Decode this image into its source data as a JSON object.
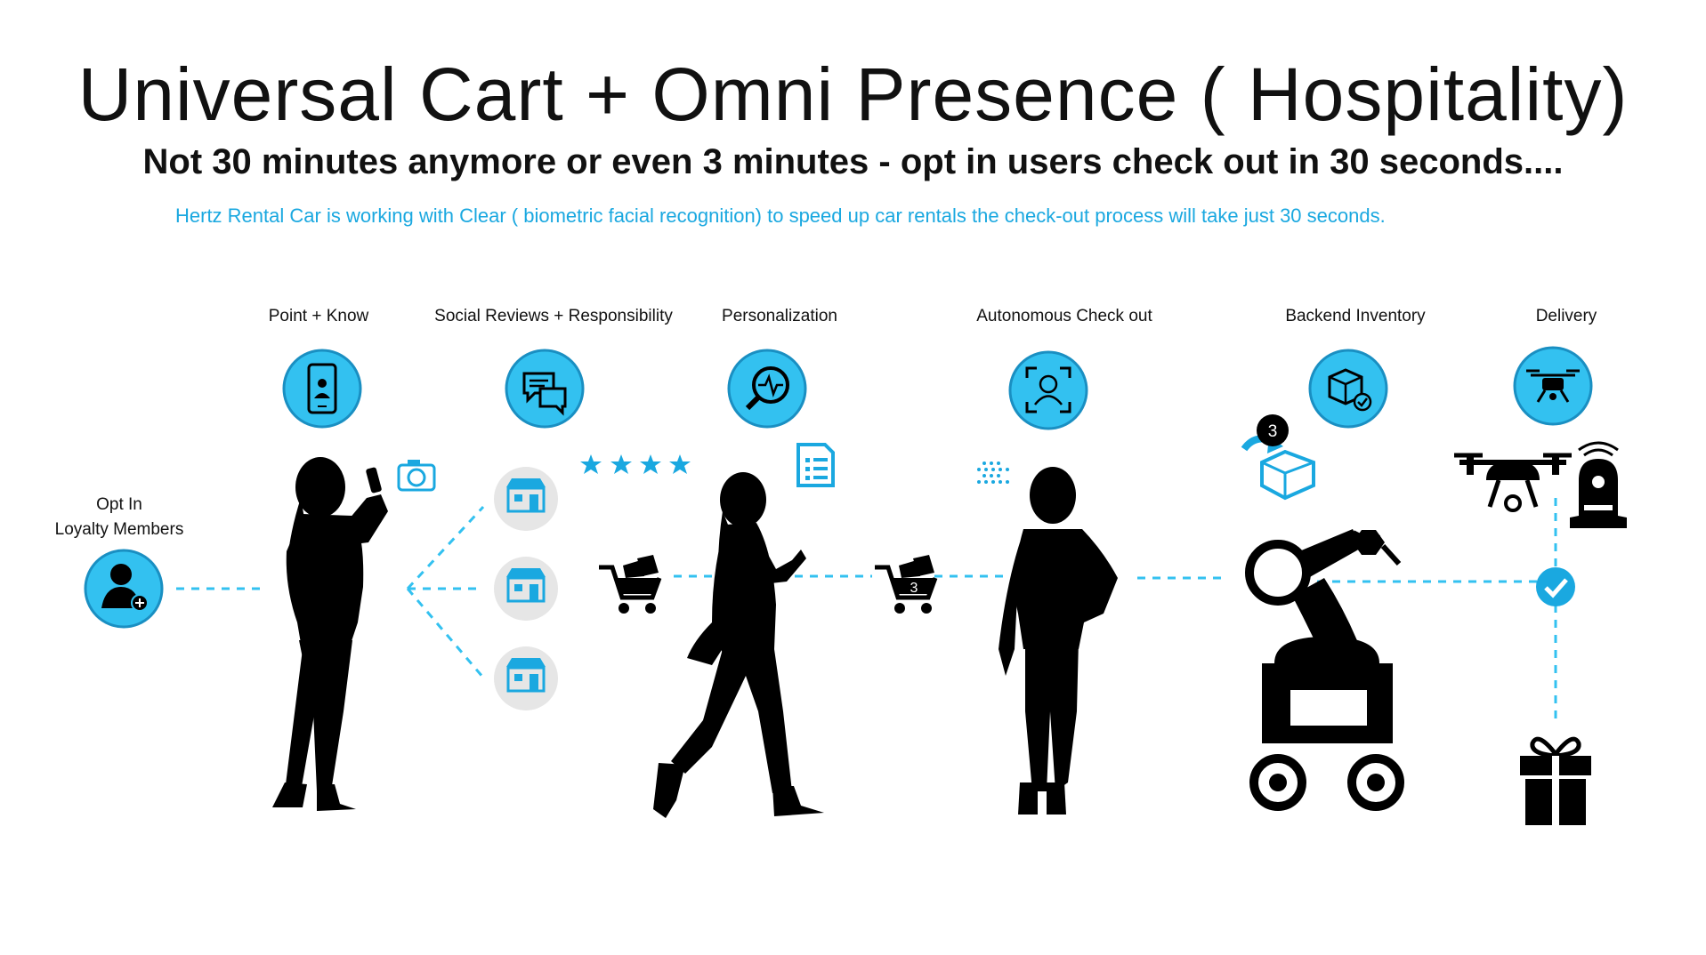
{
  "header": {
    "title": "Universal Cart + Omni Presence ( Hospitality)",
    "subtitle": "Not 30 minutes anymore or even 3 minutes - opt in users check out in 30 seconds....",
    "caption": "Hertz Rental Car is working with Clear ( biometric facial recognition) to speed up car rentals the check-out process will take just 30 seconds."
  },
  "stages": [
    {
      "label": "Point + Know",
      "icon": "smartphone-user-icon"
    },
    {
      "label": "Social Reviews + Responsibility",
      "icon": "chat-bubbles-icon"
    },
    {
      "label": "Personalization",
      "icon": "analytics-magnifier-icon"
    },
    {
      "label": "Autonomous Check out",
      "icon": "face-scan-icon"
    },
    {
      "label": "Backend Inventory",
      "icon": "package-check-icon"
    },
    {
      "label": "Delivery",
      "icon": "drone-icon"
    }
  ],
  "opt_in": {
    "line1": "Opt In",
    "line2": "Loyalty Members",
    "icon": "add-user-icon"
  },
  "cart_count": "3",
  "inventory_count": "3",
  "colors": {
    "accent": "#33c1f0",
    "accent_dark": "#1aa8e0",
    "silhouette": "#000000",
    "store_bg": "#e6e6e6"
  }
}
